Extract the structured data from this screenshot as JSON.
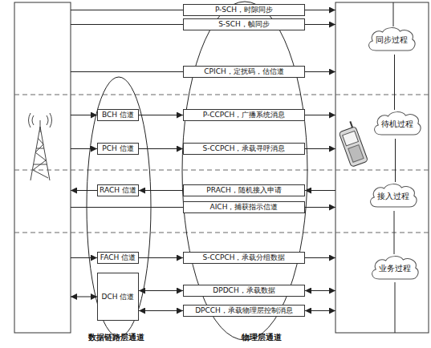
{
  "diagram": {
    "nodes": [
      {
        "text": [
          "P-SCH，时隙同步"
        ]
      },
      {
        "text": [
          "同步过程"
        ]
      },
      {
        "text": [
          "S-SCH，帧同步"
        ]
      },
      {
        "text": [
          "CPICH，定扰码，估信道"
        ]
      },
      {
        "text": [
          "BCH 信道"
        ]
      },
      {
        "text": [
          "P-CCPCH，广播系统消息"
        ]
      },
      {
        "text": [
          "待机过程"
        ]
      },
      {
        "text": [
          "PCH 信道"
        ]
      },
      {
        "text": [
          "S-CCPCH，承载寻呼消息"
        ]
      },
      {
        "text": [
          "RACH 信道"
        ]
      },
      {
        "text": [
          "PRACH，随机接入申请"
        ]
      },
      {
        "text": [
          "接入过程"
        ]
      },
      {
        "text": [
          "AICH，捕获指示信道"
        ]
      },
      {
        "text": [
          "FACH 信道"
        ]
      },
      {
        "text": [
          "S-CCPCH，承载分组数据"
        ]
      },
      {
        "text": [
          "业务过程"
        ]
      },
      {
        "text": [
          "DCH 信道"
        ]
      },
      {
        "text": [
          "DPDCH，承载数据"
        ]
      },
      {
        "text": [
          "DPCCH，承载物理层控制消息"
        ]
      }
    ],
    "edges": [
      {
        "from": 4,
        "to": 5,
        "arrow": "to"
      },
      {
        "from": 7,
        "to": 8,
        "arrow": "to"
      },
      {
        "from": 10,
        "to": 9,
        "arrow": "to"
      },
      {
        "from": 13,
        "to": 14,
        "arrow": "to"
      },
      {
        "from": 16,
        "to": 17,
        "arrow": "both"
      },
      {
        "from": 16,
        "to": 18,
        "arrow": "both"
      },
      {
        "from": 1,
        "to": 6,
        "arrow": "none"
      },
      {
        "from": 6,
        "to": 11,
        "arrow": "none"
      },
      {
        "from": 11,
        "to": 15,
        "arrow": "none"
      }
    ],
    "labels": [
      "数据链路层通道",
      "物理层通道"
    ]
  }
}
